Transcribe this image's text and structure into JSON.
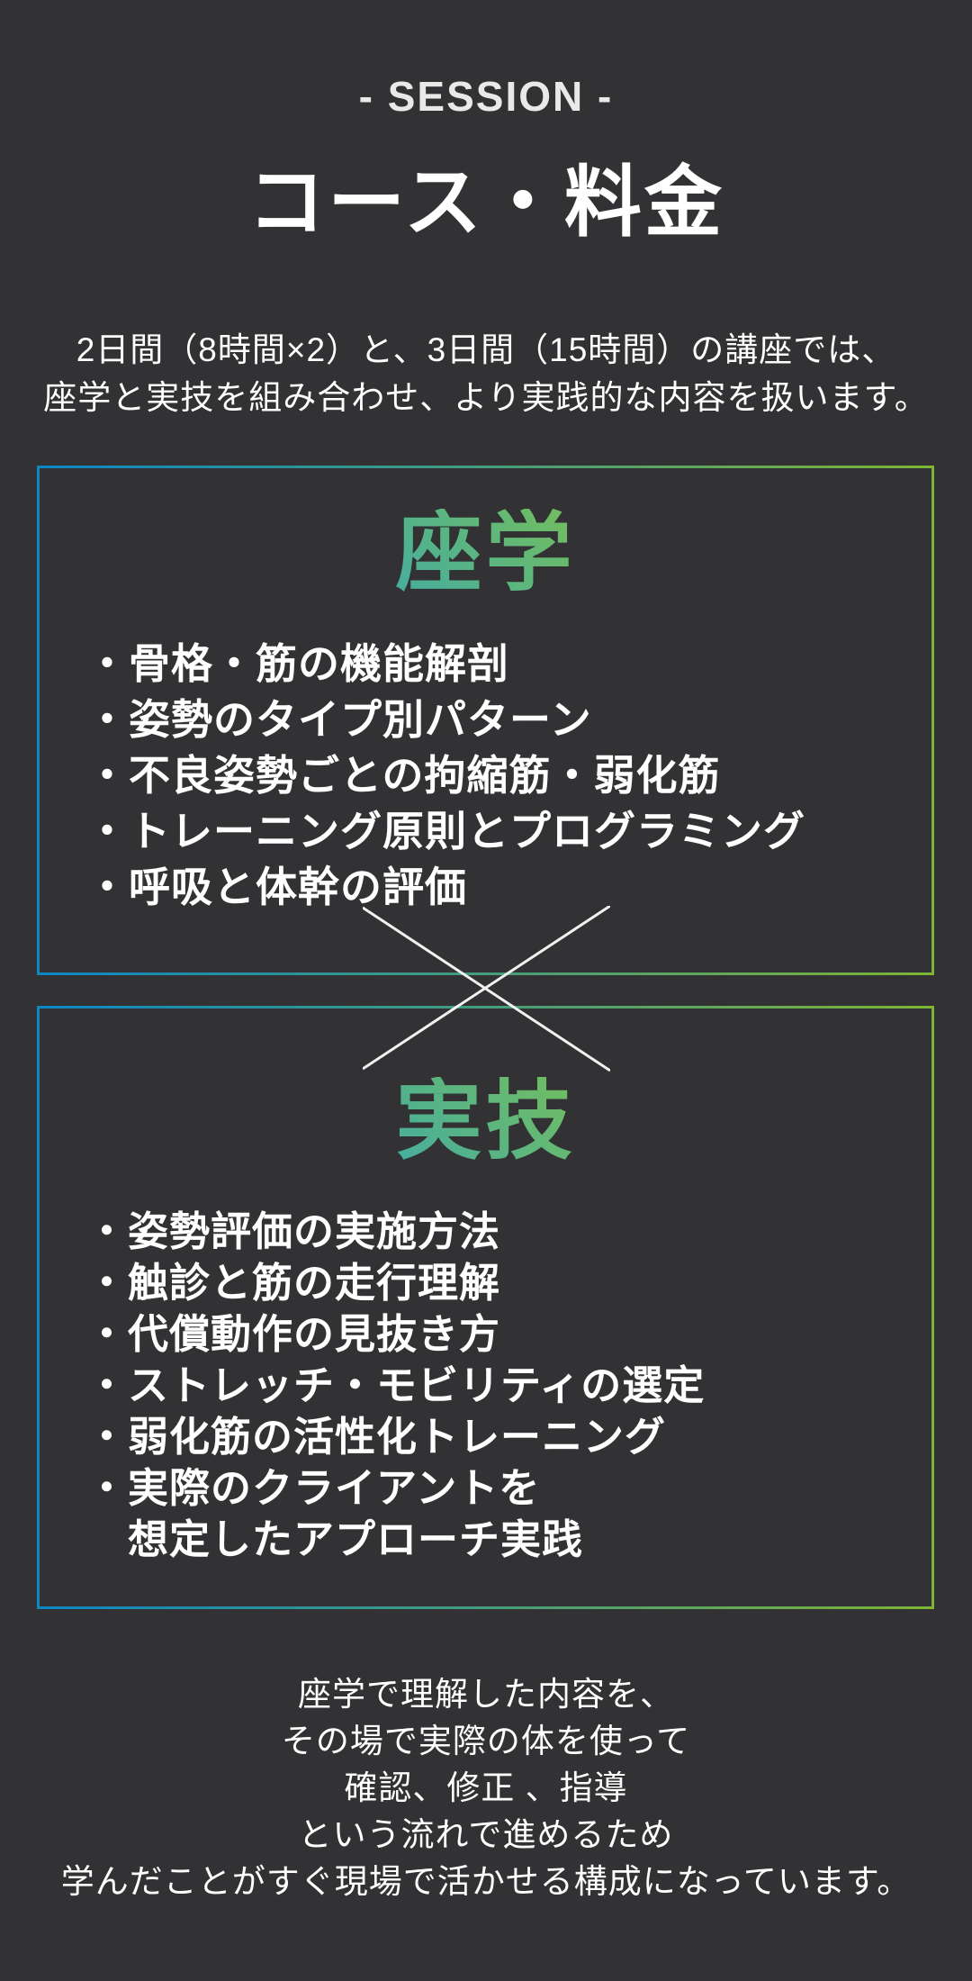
{
  "page": {
    "session_label": "- SESSION -",
    "title": "コース・料金",
    "intro": "2日間（8時間×2）と、3日間（15時間）の講座では、\n座学と実技を組み合わせ、より実践的な内容を扱います。",
    "footer": "座学で理解した内容を、\nその場で実際の体を使って\n確認、修正 、指導\nという流れで進めるため\n学んだことがすぐ現場で活かせる構成になっています。"
  },
  "lecture_box": {
    "title": "座学",
    "items": [
      "・骨格・筋の機能解剖",
      "・姿勢のタイプ別パターン",
      "・不良姿勢ごとの拘縮筋・弱化筋",
      "・トレーニング原則とプログラミング",
      "・呼吸と体幹の評価"
    ]
  },
  "practice_box": {
    "title": "実技",
    "items": [
      "・姿勢評価の実施方法",
      "・触診と筋の走行理解",
      "・代償動作の見抜き方",
      "・ストレッチ・モビリティの選定",
      "・弱化筋の活性化トレーニング",
      "・実際のクライアントを",
      "想定したアプローチ実践"
    ]
  },
  "colors": {
    "background": "#323234",
    "accent-blue": "#0d86c3",
    "accent-green": "#7cb436",
    "title-blue": "#1b9fd8",
    "title-green": "#8cc63e",
    "text-white": "#ffffff",
    "session-gray": "#e9e9e9",
    "cross-white": "#f2f2f2"
  }
}
